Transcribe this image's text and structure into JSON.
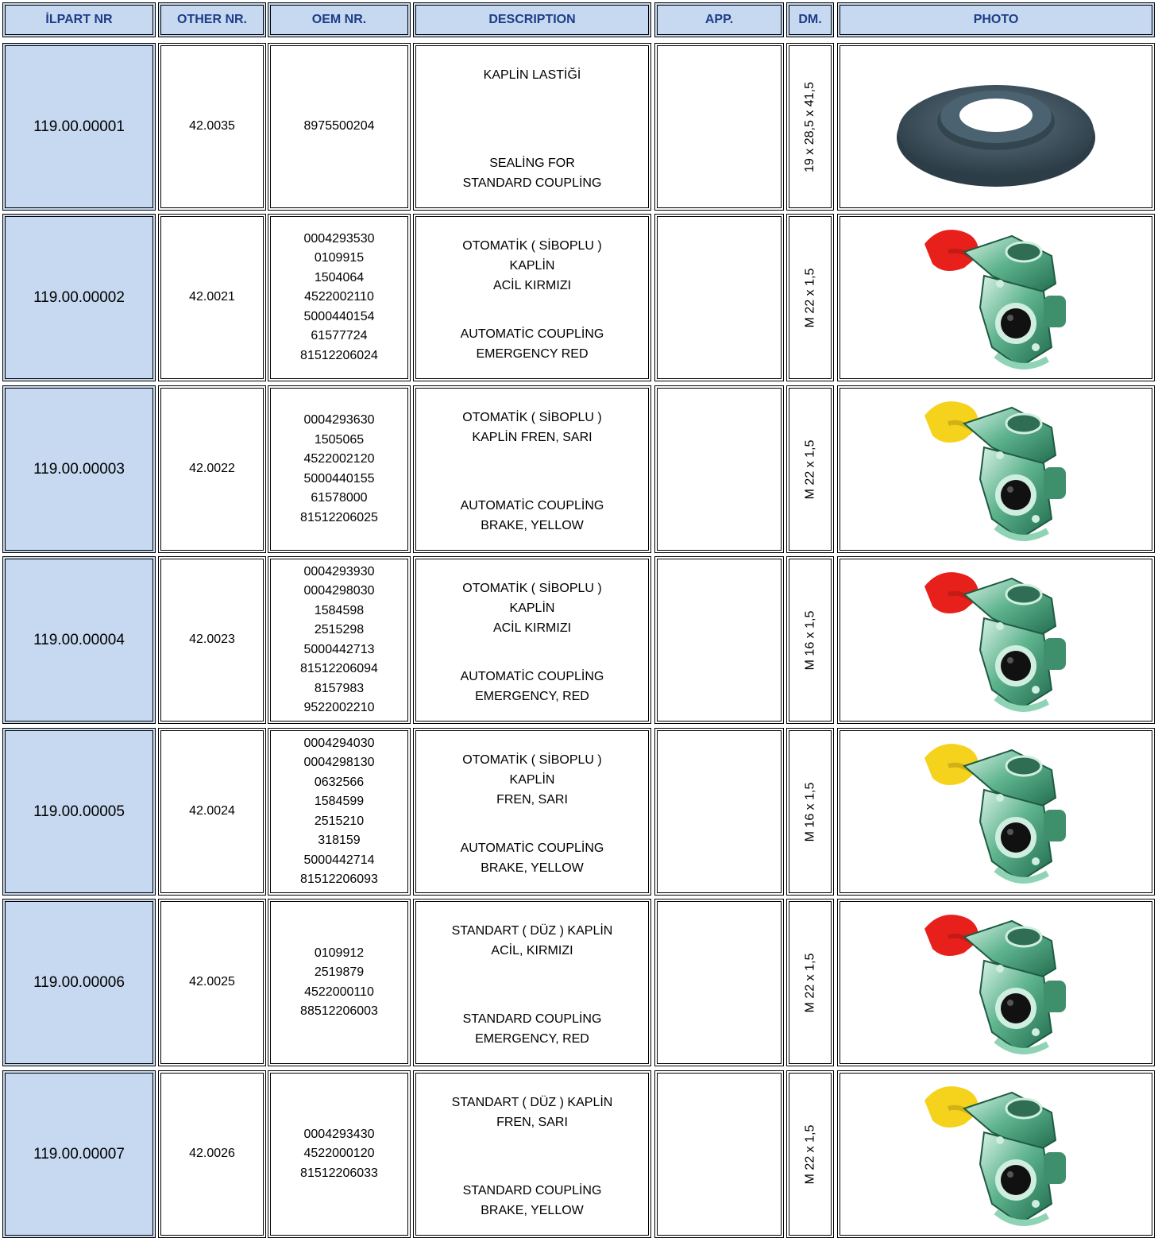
{
  "headers": {
    "part": "İLPART NR",
    "other": "OTHER NR.",
    "oem": "OEM NR.",
    "desc": "DESCRIPTION",
    "app": "APP.",
    "dm": "DM.",
    "photo": "PHOTO"
  },
  "rows": [
    {
      "part_nr": "119.00.00001",
      "other_nr": "42.0035",
      "oem": [
        "8975500204"
      ],
      "desc_tr": [
        "KAPLİN LASTİĞİ"
      ],
      "desc_en": [
        "SEALİNG FOR",
        "STANDARD COUPLİNG"
      ],
      "app": "",
      "dm": "19 x 28,5 x 41,5",
      "photo": "rubber-seal",
      "cap_color": ""
    },
    {
      "part_nr": "119.00.00002",
      "other_nr": "42.0021",
      "oem": [
        "0004293530",
        "0109915",
        "1504064",
        "4522002110",
        "5000440154",
        "61577724",
        "81512206024"
      ],
      "desc_tr": [
        "OTOMATİK ( SİBOPLU )",
        "KAPLİN",
        "ACİL KIRMIZI"
      ],
      "desc_en": [
        "AUTOMATİC COUPLİNG",
        "EMERGENCY RED"
      ],
      "app": "",
      "dm": "M 22 x 1,5",
      "photo": "coupling",
      "cap_color": "#e8201c"
    },
    {
      "part_nr": "119.00.00003",
      "other_nr": "42.0022",
      "oem": [
        "0004293630",
        "1505065",
        "4522002120",
        "5000440155",
        "61578000",
        "81512206025"
      ],
      "desc_tr": [
        "OTOMATİK ( SİBOPLU )",
        "KAPLİN FREN, SARI"
      ],
      "desc_en": [
        "AUTOMATİC COUPLİNG",
        "BRAKE, YELLOW"
      ],
      "app": "",
      "dm": "M 22 x 1,5",
      "photo": "coupling",
      "cap_color": "#f5d21c"
    },
    {
      "part_nr": "119.00.00004",
      "other_nr": "42.0023",
      "oem": [
        "0004293930",
        "0004298030",
        "1584598",
        "2515298",
        "5000442713",
        "81512206094",
        "8157983",
        "9522002210"
      ],
      "desc_tr": [
        "OTOMATİK ( SİBOPLU )",
        "KAPLİN",
        "ACİL KIRMIZI"
      ],
      "desc_en": [
        "AUTOMATİC COUPLİNG",
        "EMERGENCY, RED"
      ],
      "app": "",
      "dm": "M 16 x 1,5",
      "photo": "coupling",
      "cap_color": "#e8201c"
    },
    {
      "part_nr": "119.00.00005",
      "other_nr": "42.0024",
      "oem": [
        "0004294030",
        "0004298130",
        "0632566",
        "1584599",
        "2515210",
        "318159",
        "5000442714",
        "81512206093"
      ],
      "desc_tr": [
        "OTOMATİK ( SİBOPLU )",
        "KAPLİN",
        "FREN, SARI"
      ],
      "desc_en": [
        "AUTOMATİC COUPLİNG",
        "BRAKE, YELLOW"
      ],
      "app": "",
      "dm": "M 16 x 1,5",
      "photo": "coupling",
      "cap_color": "#f5d21c"
    },
    {
      "part_nr": "119.00.00006",
      "other_nr": "42.0025",
      "oem": [
        "0109912",
        "2519879",
        "4522000110",
        "88512206003"
      ],
      "desc_tr": [
        "STANDART ( DÜZ ) KAPLİN",
        "ACİL, KIRMIZI"
      ],
      "desc_en": [
        "STANDARD COUPLİNG",
        "EMERGENCY, RED"
      ],
      "app": "",
      "dm": "M 22 x 1,5",
      "photo": "coupling",
      "cap_color": "#e8201c"
    },
    {
      "part_nr": "119.00.00007",
      "other_nr": "42.0026",
      "oem": [
        "0004293430",
        "4522000120",
        "81512206033"
      ],
      "desc_tr": [
        "STANDART ( DÜZ ) KAPLİN",
        "FREN, SARI"
      ],
      "desc_en": [
        "STANDARD COUPLİNG",
        "BRAKE, YELLOW"
      ],
      "app": "",
      "dm": "M 22 x 1,5",
      "photo": "coupling",
      "cap_color": "#f5d21c"
    }
  ]
}
